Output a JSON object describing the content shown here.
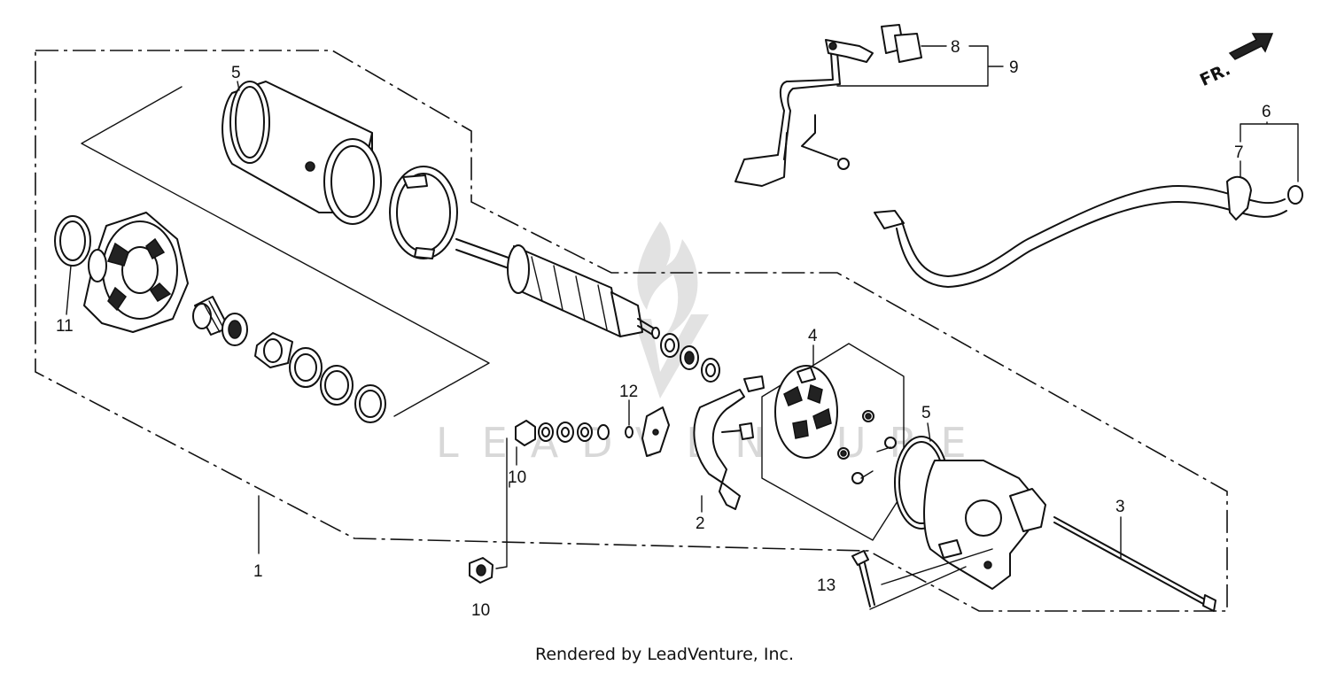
{
  "diagram": {
    "callouts": {
      "c1": "1",
      "c2": "2",
      "c3": "3",
      "c4": "4",
      "c5a": "5",
      "c5b": "5",
      "c6": "6",
      "c7": "7",
      "c8": "8",
      "c9": "9",
      "c10a": "10",
      "c10b": "10",
      "c11": "11",
      "c12": "12",
      "c13": "13"
    },
    "direction_label": "FR."
  },
  "watermark": {
    "text": "LEADVENTURE"
  },
  "footer": {
    "text": "Rendered by LeadVenture, Inc."
  },
  "colors": {
    "line": "#111111",
    "background": "#ffffff",
    "watermark": "#d8d8d8"
  }
}
